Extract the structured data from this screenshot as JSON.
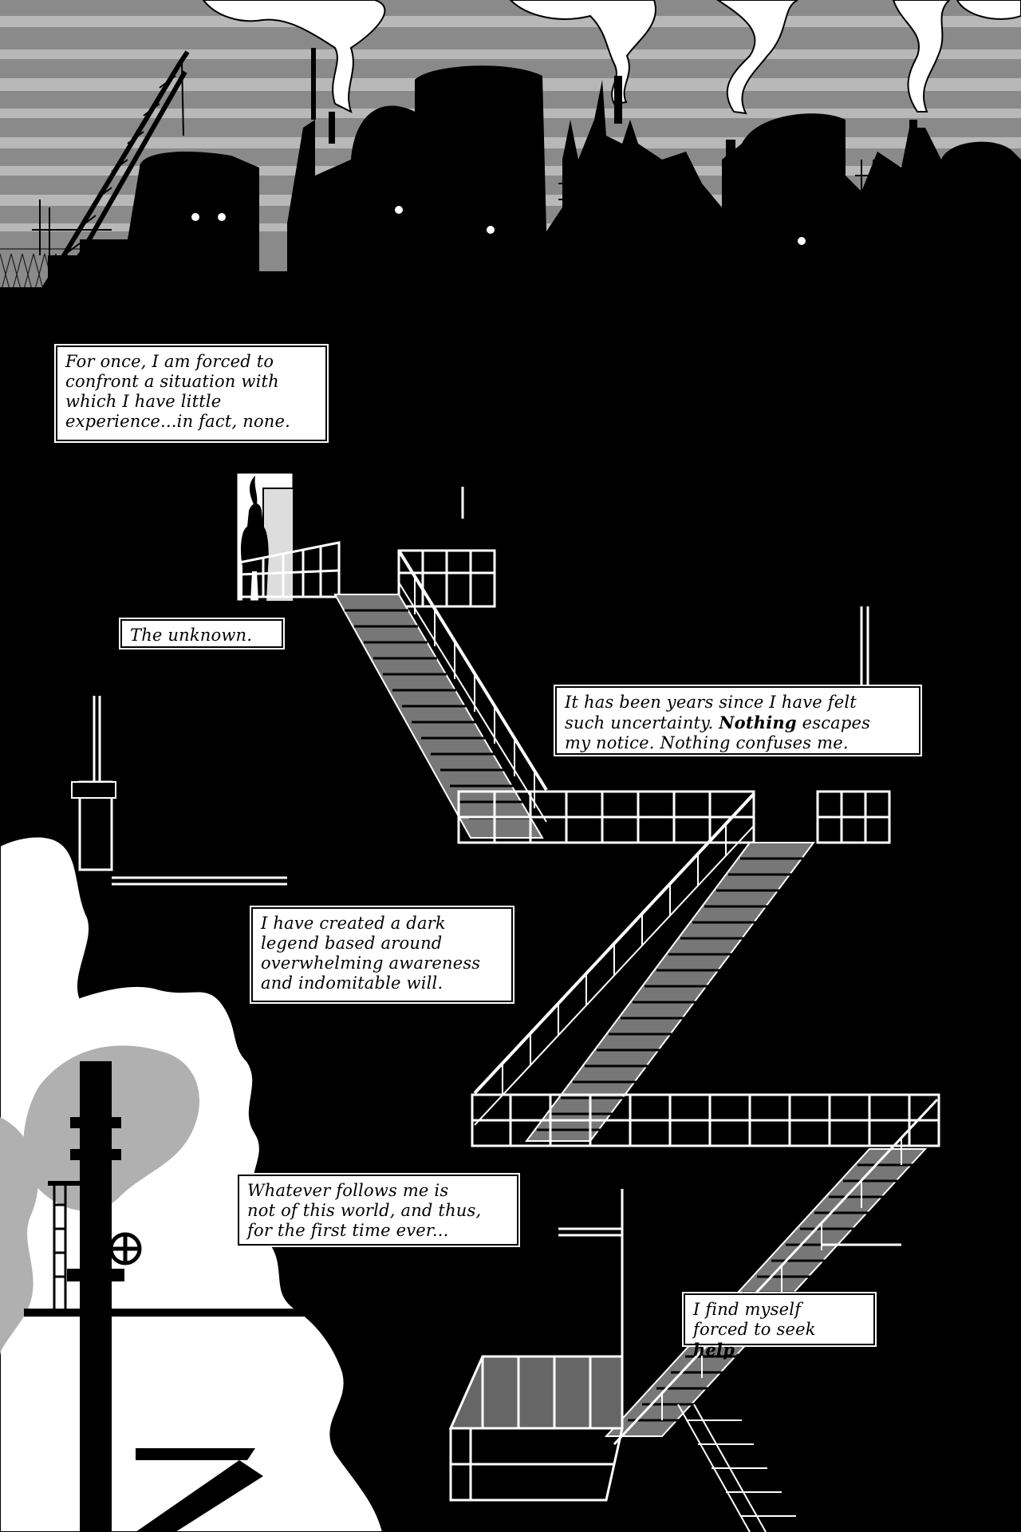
{
  "page": {
    "scene": "refinery-fire-escape-night"
  },
  "palette": {
    "ink": "#000000",
    "paper": "#ffffff",
    "gray_light": "#b8b8b8",
    "gray_mid": "#8a8a8a",
    "sky_band": "#9c9c9c"
  },
  "captions": [
    {
      "id": "cap1",
      "text": "For once, I am forced to\nconfront a situation with\nwhich I have little\nexperience...in fact, none."
    },
    {
      "id": "cap2",
      "text": "The unknown."
    },
    {
      "id": "cap3",
      "pre": "It has been years since I have felt\nsuch uncertainty.  ",
      "bold": "Nothing",
      "post": " escapes\nmy notice.  Nothing confuses me."
    },
    {
      "id": "cap4",
      "text": "I have created a dark\nlegend based around\noverwhelming awareness\nand indomitable will."
    },
    {
      "id": "cap5",
      "text": "Whatever follows me is\nnot of this world, and thus,\nfor the first time ever..."
    },
    {
      "id": "cap6",
      "pre": "I find myself\nforced to seek ",
      "bold": "help",
      "post": "."
    }
  ],
  "icons": {
    "crane": "crane-icon",
    "storage_tank": "storage-tank-icon",
    "smokestack": "smokestack-icon",
    "fire_escape": "fire-escape-icon",
    "valve_wheel": "valve-wheel-icon",
    "figure": "silhouette-figure-icon"
  }
}
